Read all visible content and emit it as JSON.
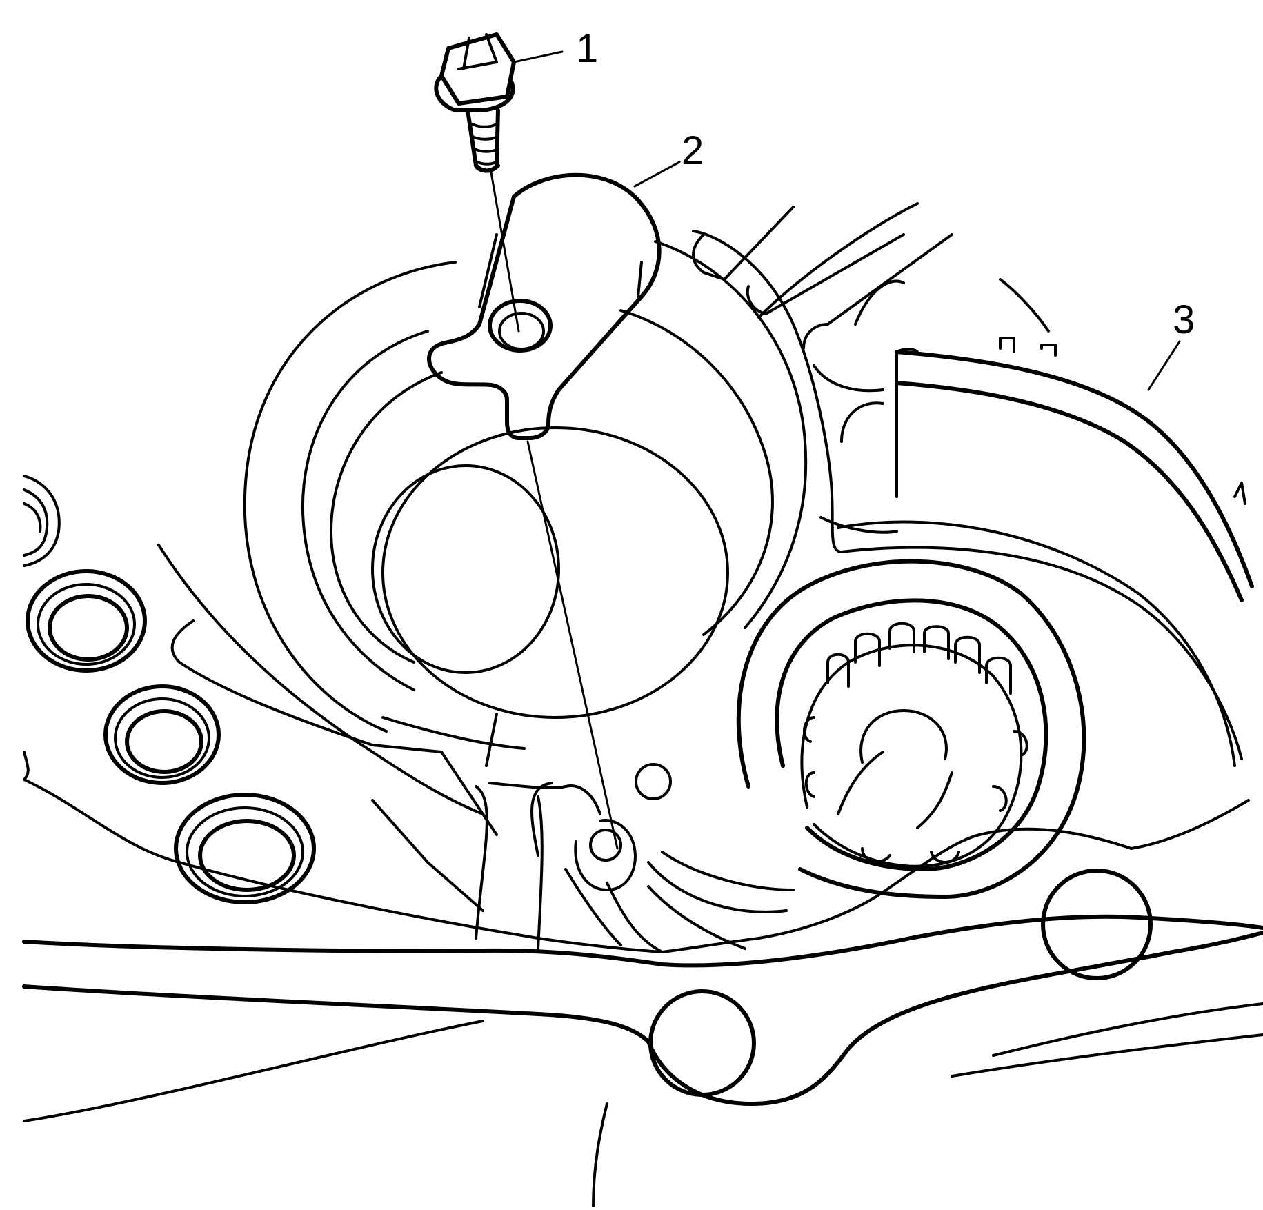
{
  "diagram": {
    "callouts": [
      {
        "id": "1",
        "text": "1"
      },
      {
        "id": "2",
        "text": "2"
      },
      {
        "id": "3",
        "text": "3"
      }
    ],
    "colors": {
      "line": "#000000",
      "background": "#ffffff"
    }
  }
}
